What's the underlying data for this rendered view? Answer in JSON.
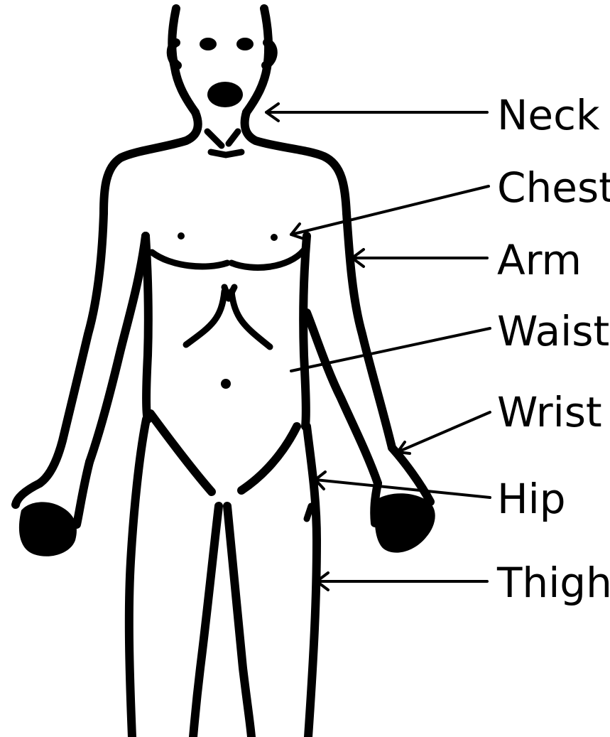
{
  "labels": [
    {
      "id": "neck",
      "text": "Neck"
    },
    {
      "id": "chest",
      "text": "Chest"
    },
    {
      "id": "arm",
      "text": "Arm"
    },
    {
      "id": "waist",
      "text": "Waist"
    },
    {
      "id": "wrist",
      "text": "Wrist"
    },
    {
      "id": "hip",
      "text": "Hip"
    },
    {
      "id": "thigh",
      "text": "Thigh"
    }
  ],
  "colors": {
    "ink": "#000000",
    "background": "#ffffff"
  }
}
